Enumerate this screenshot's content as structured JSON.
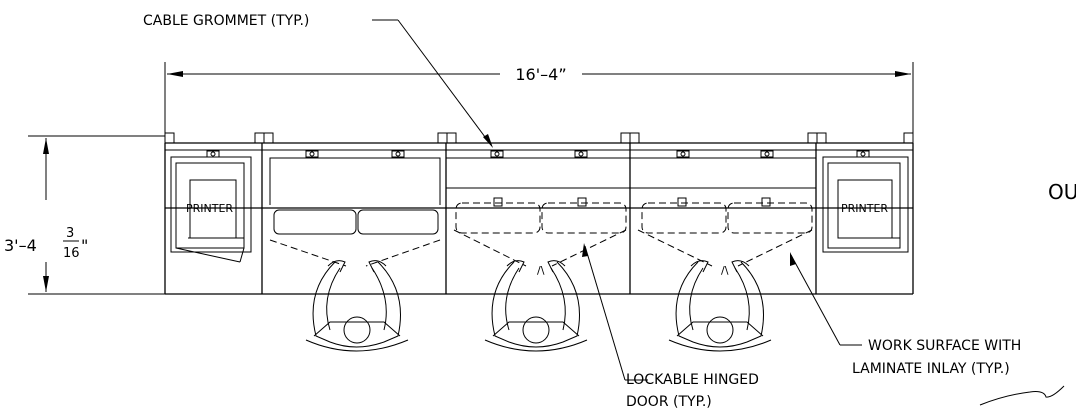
{
  "labels": {
    "cable_grommet": "CABLE GROMMET (TYP.)",
    "overall_width": "16'–4”",
    "depth_main": "3'–4",
    "depth_num": "3",
    "depth_den": "16",
    "depth_inch": "\"",
    "printer_left": "PRINTER",
    "printer_right": "PRINTER",
    "lockable_1": "LOCKABLE  HINGED",
    "lockable_2": "DOOR  (TYP.)",
    "work_1": "WORK  SURFACE  WITH",
    "work_2": "LAMINATE  INLAY  (TYP.)",
    "cut_text": "OU"
  }
}
